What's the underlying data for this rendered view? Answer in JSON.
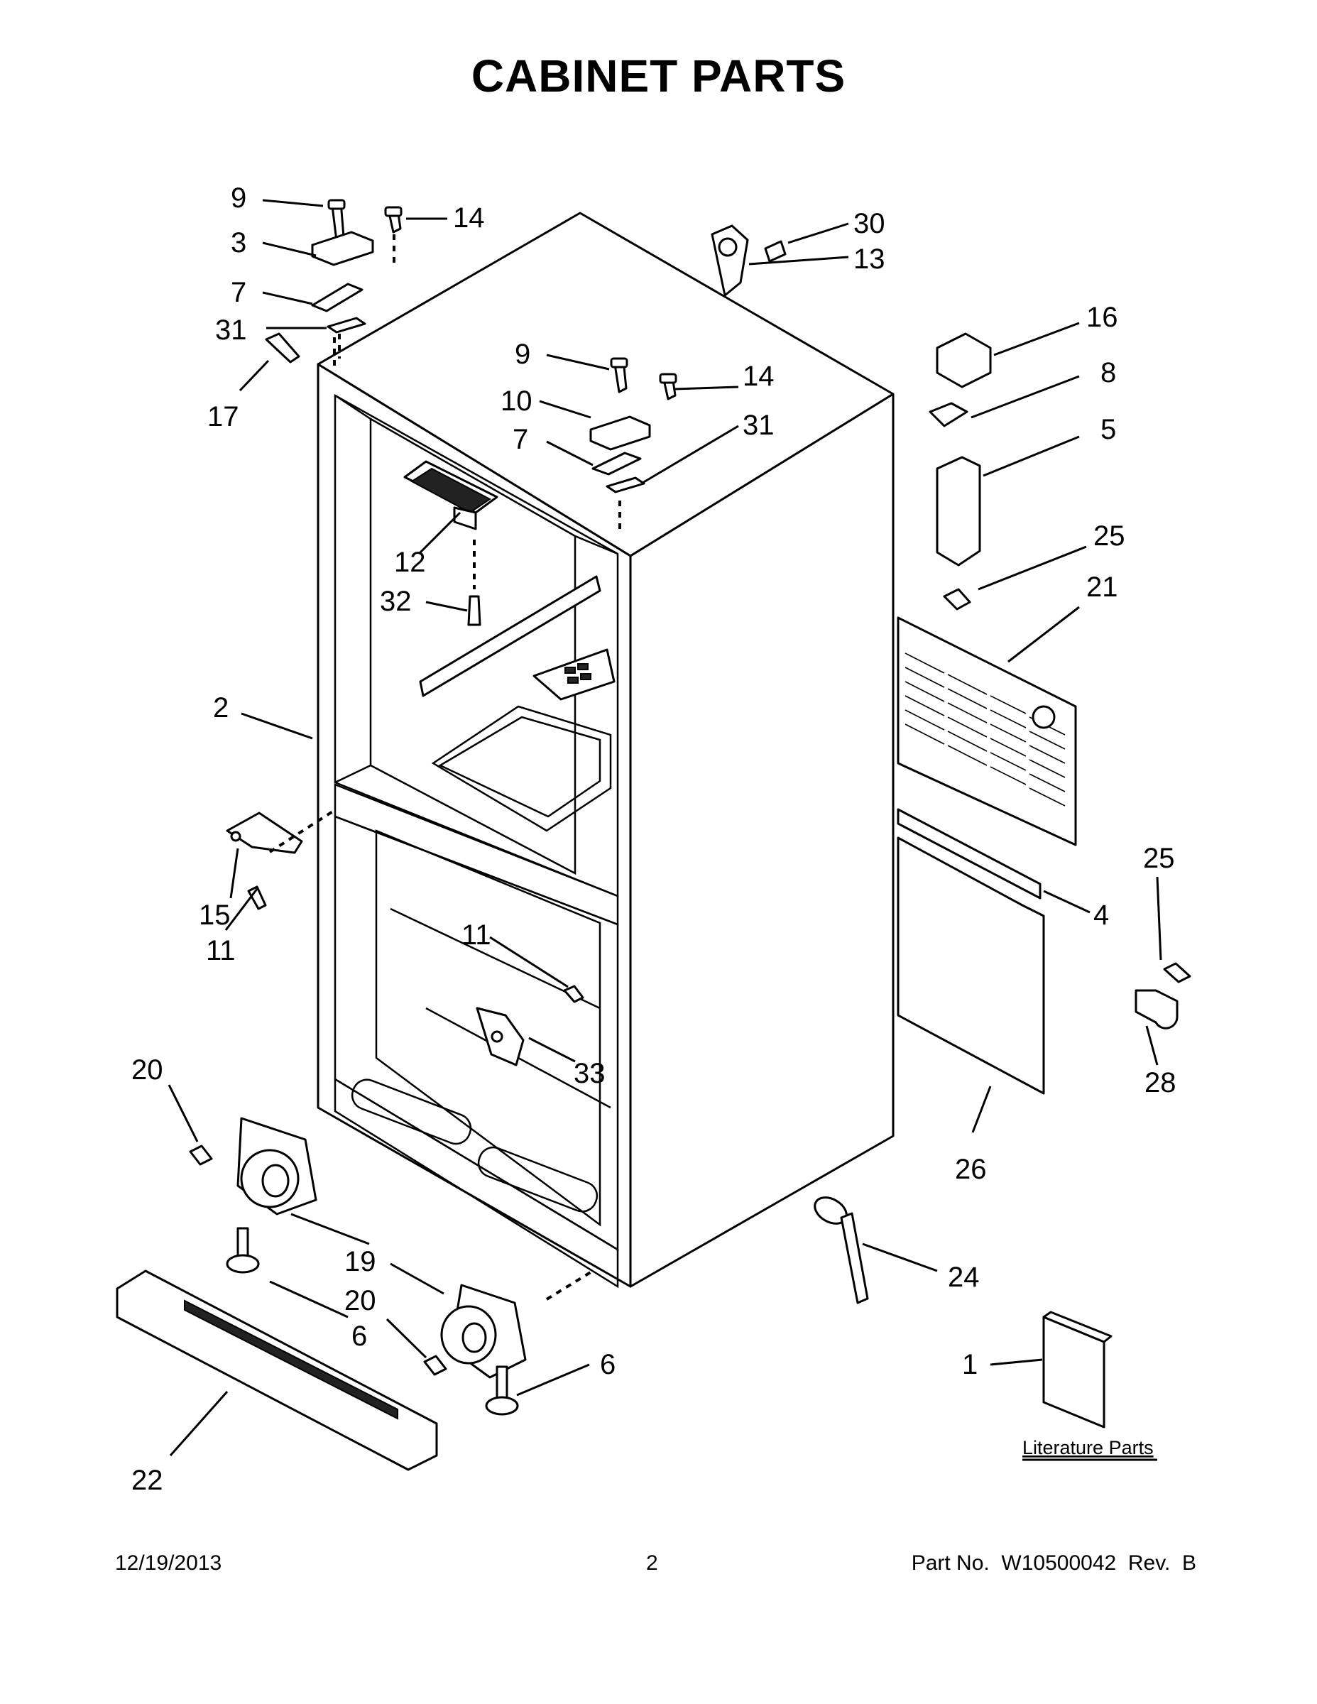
{
  "title": "CABINET PARTS",
  "callouts": {
    "c1": "1",
    "c2": "2",
    "c3": "3",
    "c4": "4",
    "c5": "5",
    "c6a": "6",
    "c6b": "6",
    "c7a": "7",
    "c7b": "7",
    "c8": "8",
    "c9a": "9",
    "c9b": "9",
    "c10": "10",
    "c11a": "11",
    "c11b": "11",
    "c12": "12",
    "c13": "13",
    "c14a": "14",
    "c14b": "14",
    "c15": "15",
    "c16": "16",
    "c17": "17",
    "c19": "19",
    "c20a": "20",
    "c20b": "20",
    "c21": "21",
    "c22": "22",
    "c24": "24",
    "c25a": "25",
    "c25b": "25",
    "c26": "26",
    "c28": "28",
    "c30": "30",
    "c31a": "31",
    "c31b": "31",
    "c32": "32",
    "c33": "33"
  },
  "literature_label": "Literature Parts",
  "footer": {
    "date": "12/19/2013",
    "page": "2",
    "part_no": "Part No.  W10500042  Rev.  B"
  }
}
